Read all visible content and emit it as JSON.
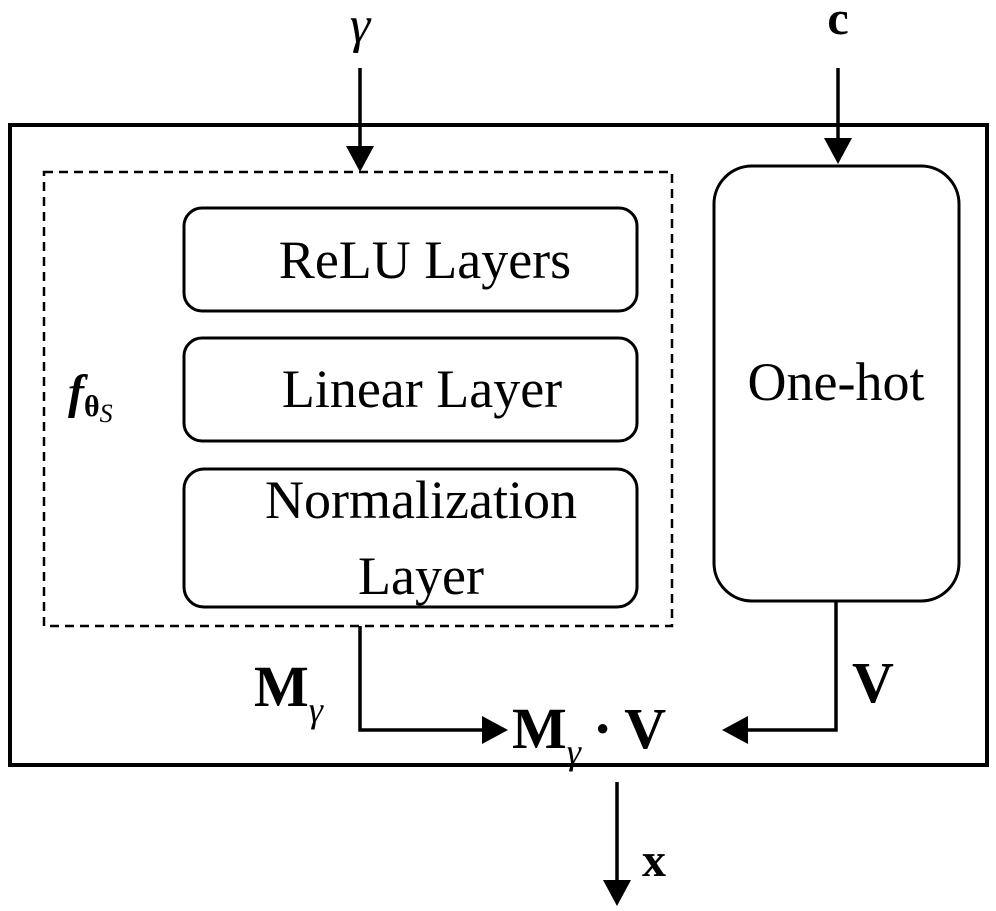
{
  "inputs": {
    "gamma": "γ",
    "c": "c"
  },
  "f_theta": {
    "f": "f",
    "theta": "θ",
    "sub": "S"
  },
  "layers": {
    "relu": "ReLU Layers",
    "linear": "Linear Layer",
    "normalization_line1": "Normalization",
    "normalization_line2": "Layer"
  },
  "one_hot": "One-hot",
  "outputs": {
    "m_gamma_M": "M",
    "m_gamma_sub": "γ",
    "v": "V",
    "product_M": "M",
    "product_sub": "γ",
    "product_dot": "·",
    "product_V": "V",
    "x": "x"
  }
}
